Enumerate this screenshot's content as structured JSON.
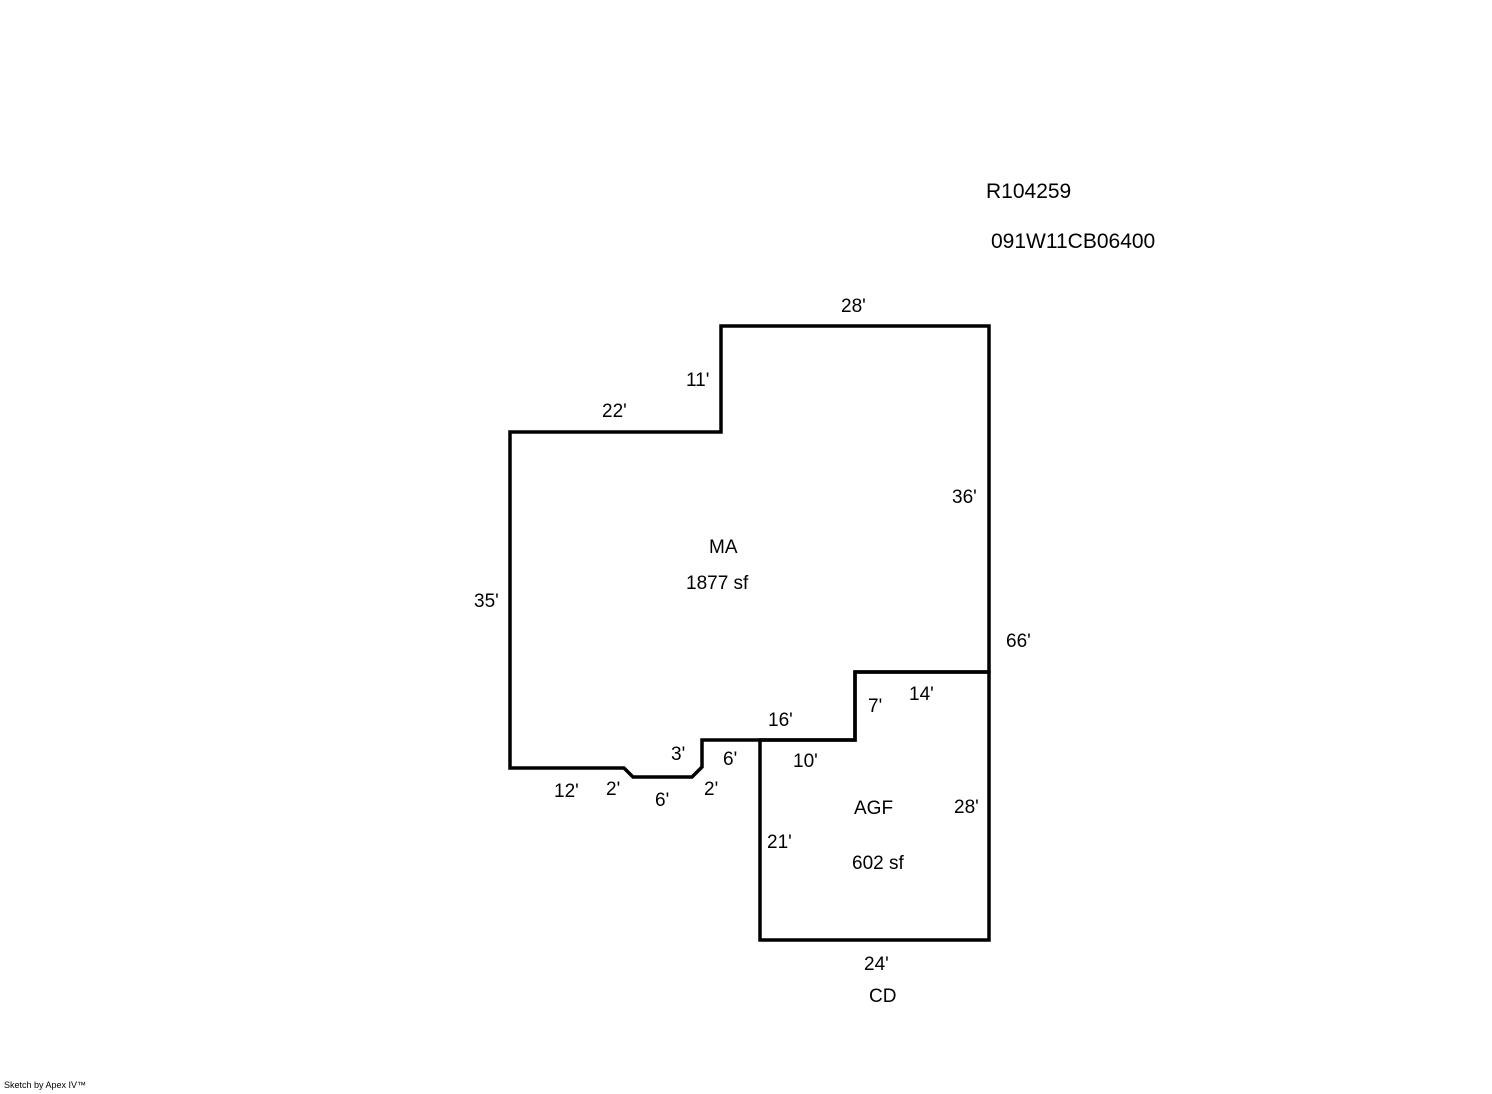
{
  "header": {
    "parcel_id": "R104259",
    "map_number": "091W11CB06400"
  },
  "areas": {
    "main": {
      "code": "MA",
      "area": "1877 sf"
    },
    "garage": {
      "code": "AGF",
      "area": "602 sf"
    },
    "below_code": "CD"
  },
  "dimensions": {
    "main_top": "28'",
    "main_step_vertical": "11'",
    "main_step_top": "22'",
    "main_right": "36'",
    "main_left": "35'",
    "overall_right": "66'",
    "bottom_left": "12'",
    "bay_left_diag": "2'",
    "bay_bottom": "6'",
    "bay_right_diag": "2'",
    "bay_inner_vertical": "3'",
    "garage_left_upper": "6'",
    "main_bottom_right": "16'",
    "garage_notch_vertical": "7'",
    "garage_top": "14'",
    "garage_notch_bottom": "10'",
    "garage_right": "28'",
    "garage_left": "21'",
    "garage_bottom": "24'"
  },
  "footer": {
    "credit": "Sketch by Apex IV™"
  },
  "colors": {
    "line": "#000000",
    "background": "#ffffff"
  }
}
